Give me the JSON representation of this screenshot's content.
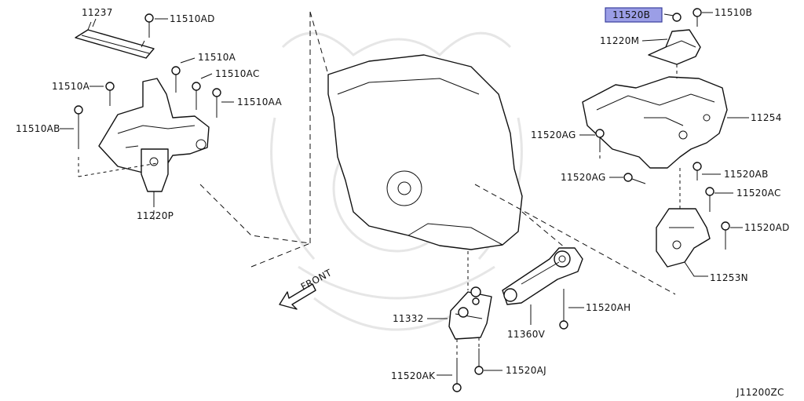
{
  "diagram_id": "J11200ZC",
  "front_label": "FRONT",
  "highlight_color": "#9b9ee6",
  "parts": {
    "p11237": "11237",
    "p11510AD": "11510AD",
    "p11510A_1": "11510A",
    "p11510AC": "11510AC",
    "p11510A_2": "11510A",
    "p11510AA": "11510AA",
    "p11510AB": "11510AB",
    "p11220P": "11220P",
    "p11520B": "11520B",
    "p11510B": "11510B",
    "p11220M": "11220M",
    "p11254": "11254",
    "p11520AG_1": "11520AG",
    "p11520AG_2": "11520AG",
    "p11520AB": "11520AB",
    "p11520AC": "11520AC",
    "p11520AD": "11520AD",
    "p11253N": "11253N",
    "p11332": "11332",
    "p11360V": "11360V",
    "p11520AH": "11520AH",
    "p11520AK": "11520AK",
    "p11520AJ": "11520AJ"
  }
}
